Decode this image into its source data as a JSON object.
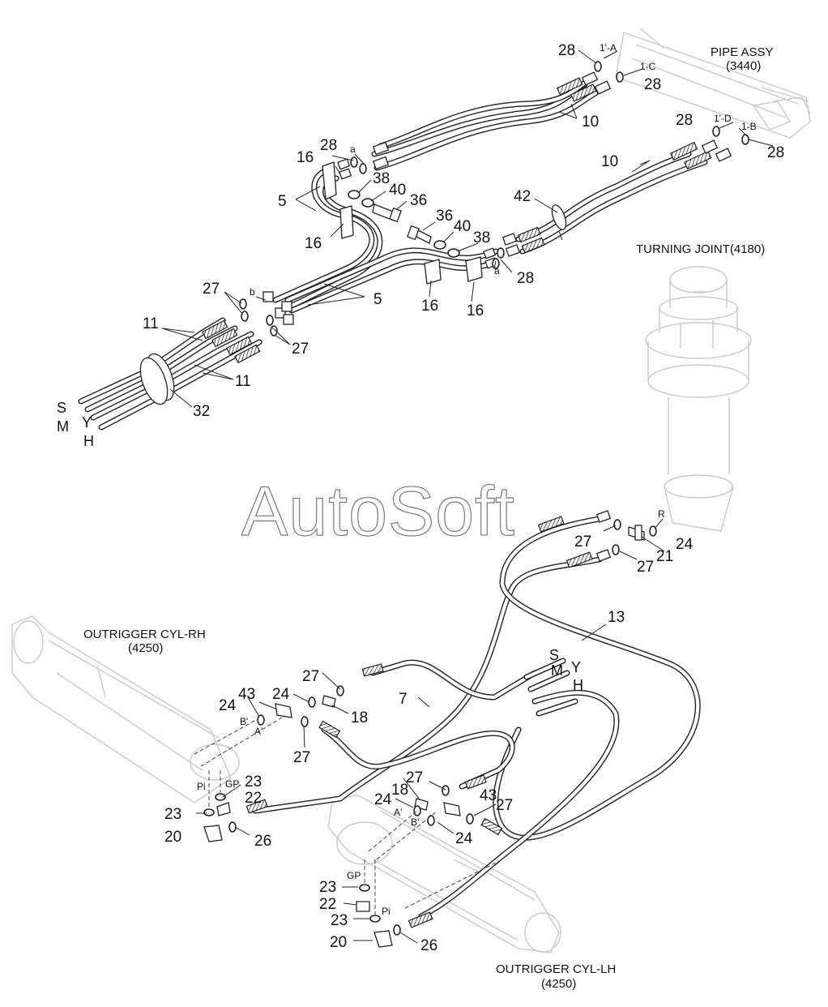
{
  "watermark": "AutoSoft",
  "assemblies": {
    "pipe_assy": {
      "name": "PIPE ASSY",
      "code": "(3440)"
    },
    "turning_joint": {
      "name": "TURNING JOINT(4180)"
    },
    "outrigger_rh": {
      "name": "OUTRIGGER CYL-RH",
      "code": "(4250)"
    },
    "outrigger_lh": {
      "name": "OUTRIGGER CYL-LH",
      "code": "(4250)"
    }
  },
  "ports": {
    "p1a": "1'-A",
    "p1c": "1-C",
    "p1d": "1'-D",
    "p1b": "1-B",
    "a": "a",
    "b": "b",
    "r": "R",
    "bp": "B'",
    "ap": "A'",
    "pi": "Pi",
    "gp": "GP"
  },
  "lines": {
    "s": "S",
    "m": "M",
    "y": "Y",
    "h": "H"
  },
  "parts": {
    "p5": "5",
    "p7": "7",
    "p10": "10",
    "p11": "11",
    "p13": "13",
    "p16": "16",
    "p18": "18",
    "p20": "20",
    "p21": "21",
    "p22": "22",
    "p23": "23",
    "p24": "24",
    "p26": "26",
    "p27": "27",
    "p28": "28",
    "p32": "32",
    "p36": "36",
    "p38": "38",
    "p40": "40",
    "p42": "42",
    "p43": "43"
  }
}
